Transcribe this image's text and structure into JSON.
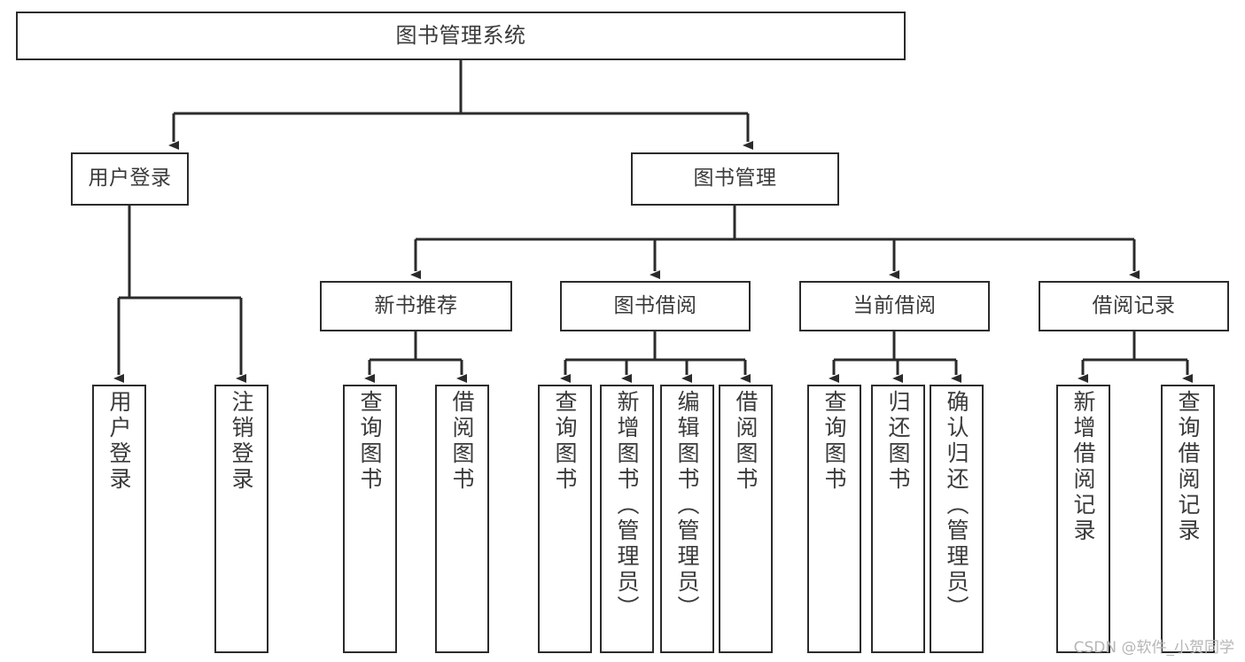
{
  "diagram": {
    "title": "图书管理系统",
    "type": "tree",
    "root": {
      "id": "root",
      "label": "图书管理系统"
    },
    "level2": [
      {
        "id": "user-login",
        "label": "用户登录"
      },
      {
        "id": "book-manage",
        "label": "图书管理"
      }
    ],
    "level3": [
      {
        "id": "new-book-recommend",
        "label": "新书推荐",
        "parent": "book-manage"
      },
      {
        "id": "book-borrow",
        "label": "图书借阅",
        "parent": "book-manage"
      },
      {
        "id": "current-borrow",
        "label": "当前借阅",
        "parent": "book-manage"
      },
      {
        "id": "borrow-record",
        "label": "借阅记录",
        "parent": "book-manage"
      }
    ],
    "leaves": {
      "user_login": [
        {
          "id": "leaf-user-login",
          "label": "用户登录"
        },
        {
          "id": "leaf-user-logout",
          "label": "注销登录"
        }
      ],
      "new_book_recommend": [
        {
          "id": "leaf-query-book-1",
          "label": "查询图书"
        },
        {
          "id": "leaf-borrow-book-1",
          "label": "借阅图书"
        }
      ],
      "book_borrow": [
        {
          "id": "leaf-query-book-2",
          "label": "查询图书"
        },
        {
          "id": "leaf-add-book",
          "label": "新增图书（管理员）"
        },
        {
          "id": "leaf-edit-book",
          "label": "编辑图书（管理员）"
        },
        {
          "id": "leaf-borrow-book-2",
          "label": "借阅图书"
        }
      ],
      "current_borrow": [
        {
          "id": "leaf-query-book-3",
          "label": "查询图书"
        },
        {
          "id": "leaf-return-book",
          "label": "归还图书"
        },
        {
          "id": "leaf-confirm-return",
          "label": "确认归还（管理员）"
        }
      ],
      "borrow_record": [
        {
          "id": "leaf-add-record",
          "label": "新增借阅记录"
        },
        {
          "id": "leaf-query-record",
          "label": "查询借阅记录"
        }
      ]
    }
  },
  "watermark": {
    "text": "CSDN @软件_小贺同学"
  },
  "colors": {
    "stroke": "#2b2b2b",
    "text": "#3a3a3a",
    "background": "#ffffff",
    "watermark": "#b6b6b6"
  }
}
